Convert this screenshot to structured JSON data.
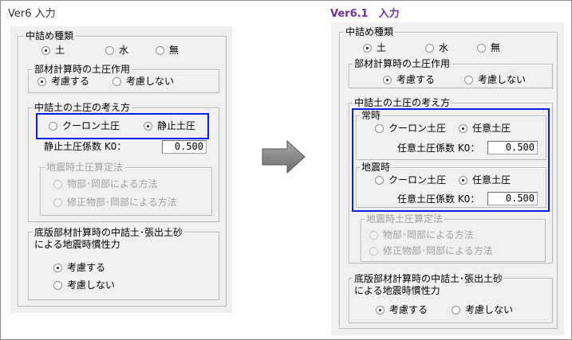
{
  "left": {
    "title": "Ver6 入力",
    "fill_type": {
      "label": "中詰め種類",
      "options": [
        "土",
        "水",
        "無"
      ],
      "selected": 0
    },
    "member_calc": {
      "label": "部材計算時の土圧作用",
      "options": [
        "考慮する",
        "考慮しない"
      ],
      "selected": 0
    },
    "earth_pressure": {
      "label": "中詰土の土圧の考え方",
      "options": [
        "クーロン土圧",
        "静止土圧"
      ],
      "selected": 1,
      "k0_label": "静止土圧係数 K0：",
      "k0_value": "0.500"
    },
    "seismic_method": {
      "label": "地震時土圧算定法",
      "options": [
        "物部･岡部による方法",
        "修正物部･岡部による方法"
      ],
      "disabled": true
    },
    "inertia": {
      "label_line1": "底版部材計算時の中詰土･張出土砂",
      "label_line2": "による地震時慣性力",
      "options": [
        "考慮する",
        "考慮しない"
      ],
      "selected": 0
    }
  },
  "right": {
    "title": "Ver6.1　入力",
    "fill_type": {
      "label": "中詰め種類",
      "options": [
        "土",
        "水",
        "無"
      ],
      "selected": 0
    },
    "member_calc": {
      "label": "部材計算時の土圧作用",
      "options": [
        "考慮する",
        "考慮しない"
      ],
      "selected": 0
    },
    "earth_pressure": {
      "label": "中詰土の土圧の考え方",
      "normal": {
        "label": "常時",
        "options": [
          "クーロン土圧",
          "任意土圧"
        ],
        "selected": 1,
        "k0_label": "任意土圧係数 K0：",
        "k0_value": "0.500"
      },
      "seismic": {
        "label": "地震時",
        "options": [
          "クーロン土圧",
          "任意土圧"
        ],
        "selected": 1,
        "k0_label": "任意土圧係数 K0：",
        "k0_value": "0.500"
      }
    },
    "seismic_method": {
      "label": "地震時土圧算定法",
      "options": [
        "物部･岡部による方法",
        "修正物部･岡部による方法"
      ],
      "disabled": true
    },
    "inertia": {
      "label_line1": "底版部材計算時の中詰土･張出土砂",
      "label_line2": "による地震時慣性力",
      "options": [
        "考慮する",
        "考慮しない"
      ],
      "selected": 0
    }
  },
  "colors": {
    "highlight": "#0a1ee6",
    "v61_title": "#7030a0",
    "arrow": "#808080"
  }
}
